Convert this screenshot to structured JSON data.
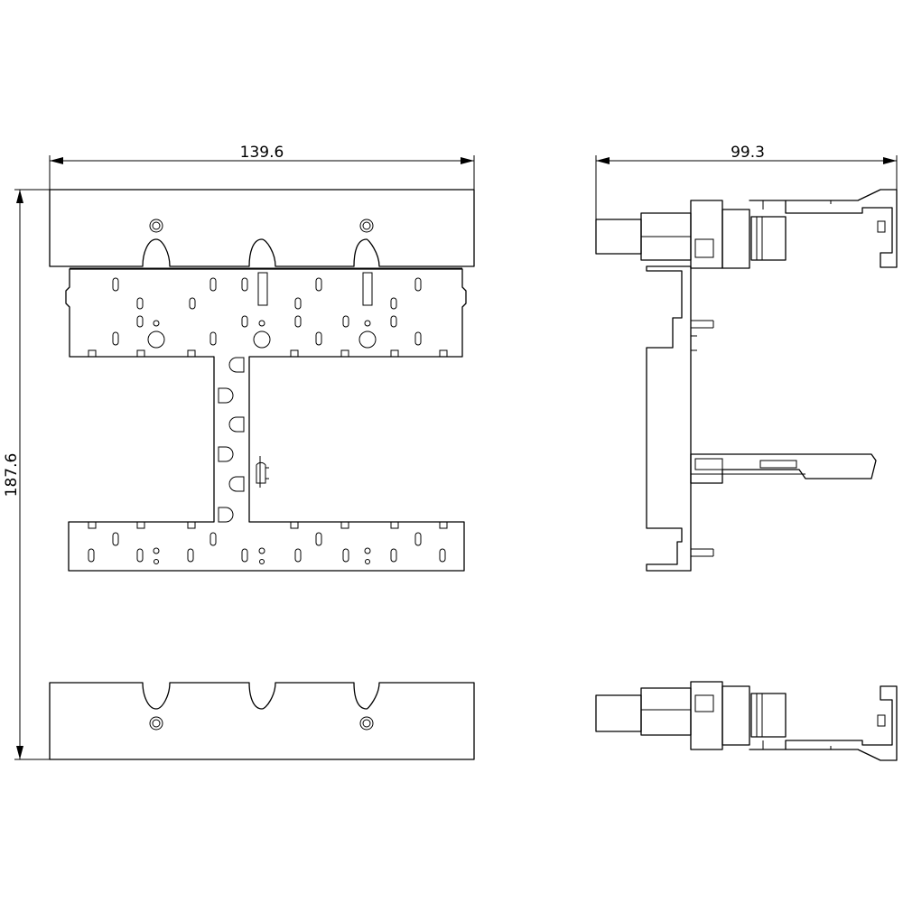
{
  "dimensions": {
    "front_width": "139.6",
    "side_width": "99.3",
    "height": "187.6"
  }
}
